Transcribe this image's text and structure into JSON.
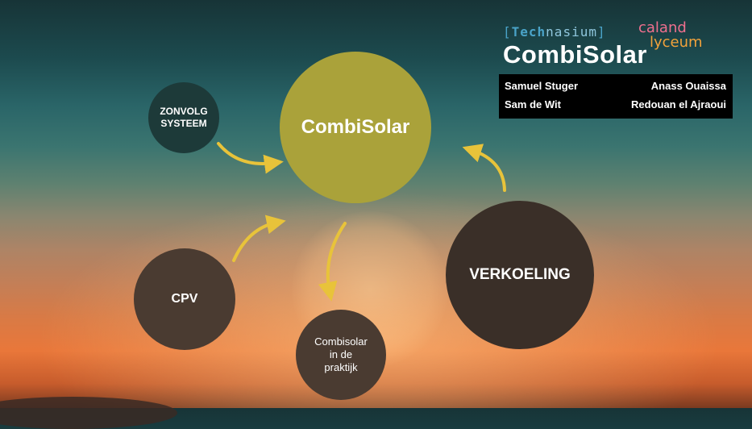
{
  "nodes": {
    "main": "CombiSolar",
    "zonvolg_line1": "ZONVOLG",
    "zonvolg_line2": "SYSTEEM",
    "cpv": "CPV",
    "verkoeling": "VERKOELING",
    "praktijk_line1": "Combisolar",
    "praktijk_line2": "in de",
    "praktijk_line3": "praktijk"
  },
  "branding": {
    "technasium_bold": "Tech",
    "technasium_light": "nasium",
    "school_line1": "caland",
    "school_line2": "lyceum",
    "title": "CombiSolar"
  },
  "team": {
    "member1": "Samuel Stuger",
    "member2": "Anass Ouaissa",
    "member3": "Sam de Wit",
    "member4": "Redouan el Ajraoui"
  },
  "colors": {
    "accent_arrow": "#e8c33a",
    "main_node": "#aaa23a",
    "dark_node": "#4a3b31",
    "teal_node": "#1d3a39"
  }
}
